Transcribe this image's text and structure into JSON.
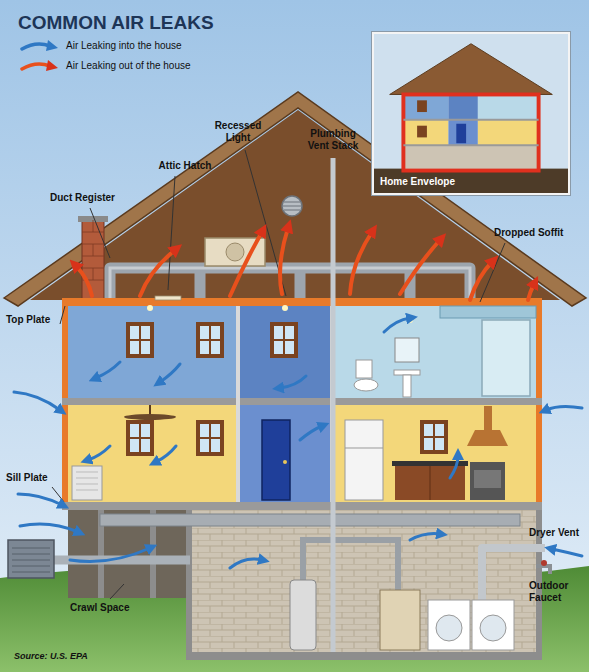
{
  "diagram": {
    "title": "COMMON AIR LEAKS",
    "caption": "Source: U.S. EPA",
    "nodes": [
      {
        "text": [
          "Home Envelope"
        ]
      }
    ],
    "labels": [
      "Plumbing Vent Stack",
      "Recessed Light",
      "Attic Hatch",
      "Duct Register",
      "Dropped Soffit",
      "Top Plate",
      "Sill Plate",
      "Dryer Vent",
      "Outdoor Faucet",
      "Crawl Space"
    ],
    "legend": [
      {
        "text": "Air Leaking into the house"
      },
      {
        "text": "Air Leaking out of the house"
      }
    ]
  }
}
